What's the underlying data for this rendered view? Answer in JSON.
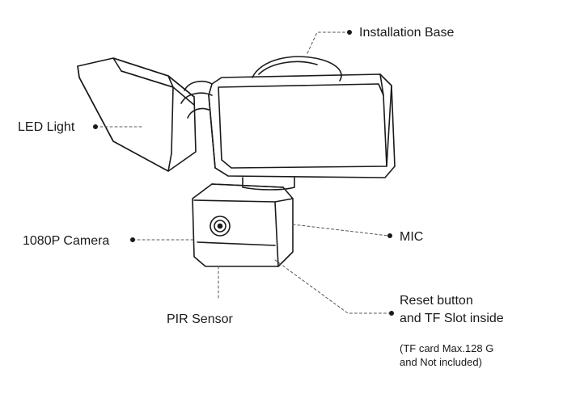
{
  "labels": {
    "installation_base": "Installation Base",
    "led_light": "LED Light",
    "camera": "1080P Camera",
    "mic": "MIC",
    "reset_line1": "Reset button",
    "reset_line2": "and TF Slot inside",
    "pir": "PIR Sensor",
    "note_line1": "(TF card Max.128 G",
    "note_line2": "and Not included)"
  },
  "colors": {
    "line": "#1a1a1a",
    "leader": "#555555"
  }
}
